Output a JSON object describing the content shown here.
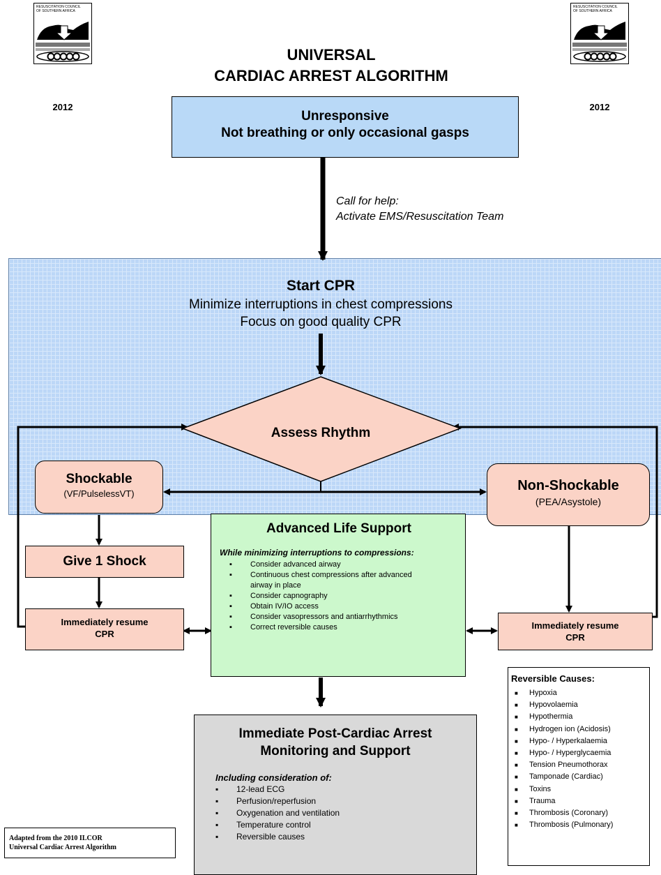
{
  "logo": {
    "org_lines": [
      "RESUSCITATION COUNCIL",
      "OF SOUTHERN AFRICA"
    ],
    "year_left": "2012",
    "year_right": "2012"
  },
  "title": {
    "line1": "UNIVERSAL",
    "line2": "CARDIAC ARREST ALGORITHM"
  },
  "start_box": {
    "line1": "Unresponsive",
    "line2": "Not breathing or only occasional gasps"
  },
  "call_for_help": {
    "line1": "Call for help:",
    "line2": "Activate EMS/Resuscitation Team"
  },
  "cpr": {
    "title": "Start CPR",
    "line1": "Minimize interruptions in chest compressions",
    "line2": "Focus on good quality CPR"
  },
  "assess": {
    "label": "Assess Rhythm"
  },
  "shockable": {
    "title": "Shockable",
    "sub": "(VF/PulselessVT)"
  },
  "non_shockable": {
    "title": "Non-Shockable",
    "sub": "(PEA/Asystole)"
  },
  "give_shock": {
    "label": "Give 1 Shock"
  },
  "resume_left": {
    "line1": "Immediately resume",
    "line2": "CPR"
  },
  "resume_right": {
    "line1": "Immediately resume",
    "line2": "CPR"
  },
  "als": {
    "title": "Advanced Life Support",
    "subtitle": "While minimizing interruptions to compressions:",
    "items": [
      "Consider advanced airway",
      "Continuous chest compressions after advanced airway in place",
      "Consider capnography",
      "Obtain IV/IO access",
      "Consider vasopressors and antiarrhythmics",
      "Correct reversible causes"
    ]
  },
  "post_arrest": {
    "title_line1": "Immediate Post-Cardiac Arrest",
    "title_line2": "Monitoring and Support",
    "subtitle": "Including consideration of:",
    "items": [
      "12-lead ECG",
      "Perfusion/reperfusion",
      "Oxygenation and ventilation",
      "Temperature control",
      "Reversible causes"
    ]
  },
  "reversible": {
    "title": "Reversible Causes:",
    "items": [
      "Hypoxia",
      "Hypovolaemia",
      "Hypothermia",
      "Hydrogen ion (Acidosis)",
      "Hypo- / Hyperkalaemia",
      "Hypo- / Hyperglycaemia",
      "Tension Pneumothorax",
      "Tamponade (Cardiac)",
      "Toxins",
      "Trauma",
      "Thrombosis (Coronary)",
      "Thrombosis (Pulmonary)"
    ]
  },
  "adapted": {
    "line1": "Adapted from the 2010 ILCOR",
    "line2": "Universal Cardiac Arrest Algorithm"
  },
  "colors": {
    "blue_box": "#b9d9f7",
    "grid_bg": "#bcd7f7",
    "pink_box": "#fbd3c6",
    "green_box": "#ccf8cc",
    "grey_box": "#d9d9d9"
  }
}
